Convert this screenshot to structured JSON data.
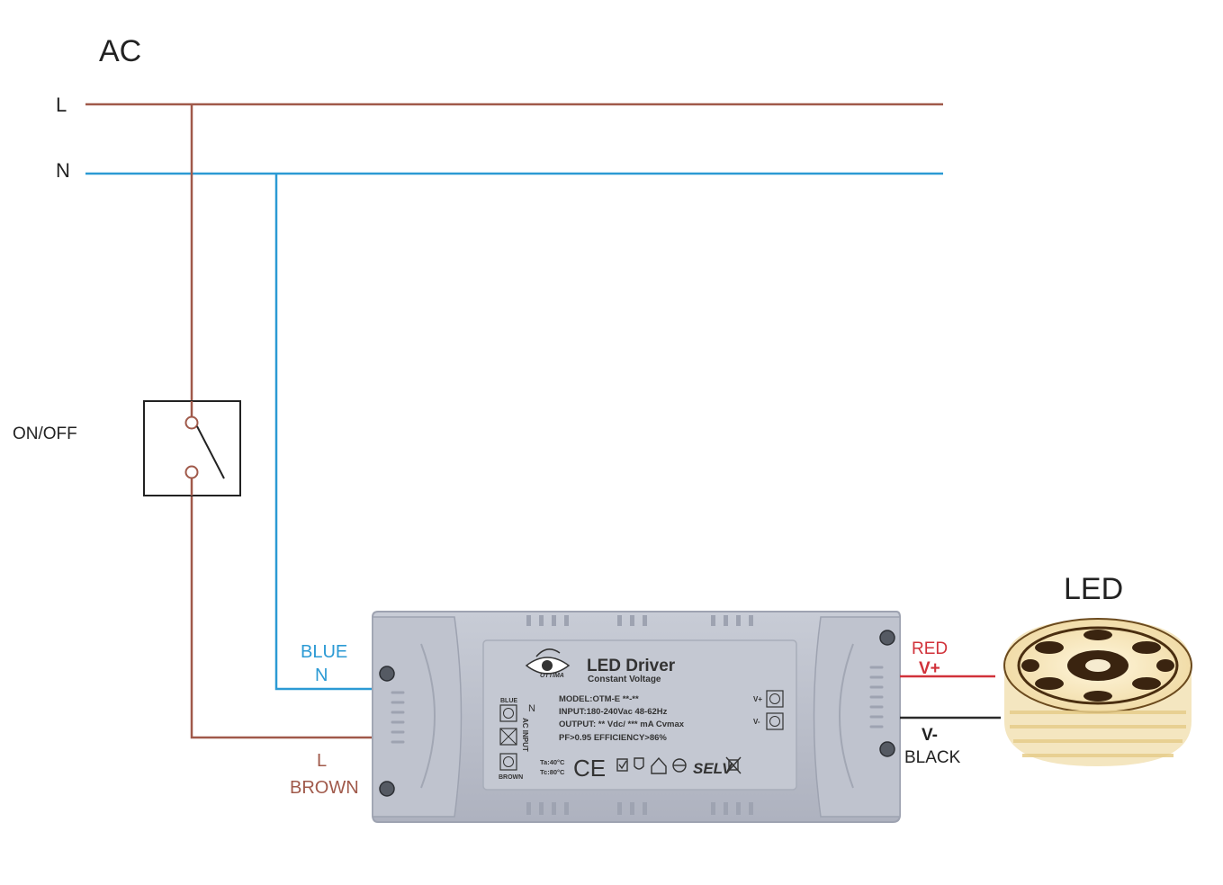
{
  "title": "AC",
  "line_labels": {
    "live": "L",
    "neutral": "N"
  },
  "switch_label": "ON/OFF",
  "led_label": "LED",
  "wires": {
    "blue_color_name": "BLUE",
    "blue_terminal": "N",
    "brown_terminal": "L",
    "brown_color_name": "BROWN",
    "red_color_name": "RED",
    "red_terminal": "V+",
    "black_terminal": "V-",
    "black_color_name": "BLACK"
  },
  "driver": {
    "title": "LED Driver",
    "subtitle": "Constant Voltage",
    "brand": "OTTIMA",
    "model": "MODEL:OTM-E **-**",
    "input": "INPUT:180-240Vac 48-62Hz",
    "output": "OUTPUT: ** Vdc/ *** mA Cvmax",
    "pf": "PF>0.95 EFFICIENCY>86%",
    "ac_input": "AC INPUT",
    "blue": "BLUE",
    "n": "N",
    "brown": "BROWN",
    "ta": "Ta:40°C",
    "tc": "Tc:80°C",
    "selv": "SELV",
    "vplus": "V+",
    "vminus": "V-"
  },
  "colors": {
    "live_brown": "#a0594a",
    "neutral_blue": "#2b9ad4",
    "red": "#d1323a",
    "black": "#2a2a2a",
    "driver_body": "#bcc0cc",
    "driver_edge": "#9ea3b1"
  },
  "icons": [
    "switch-icon",
    "brand-eye-logo",
    "ce-mark-icon",
    "led-strip-reel"
  ]
}
